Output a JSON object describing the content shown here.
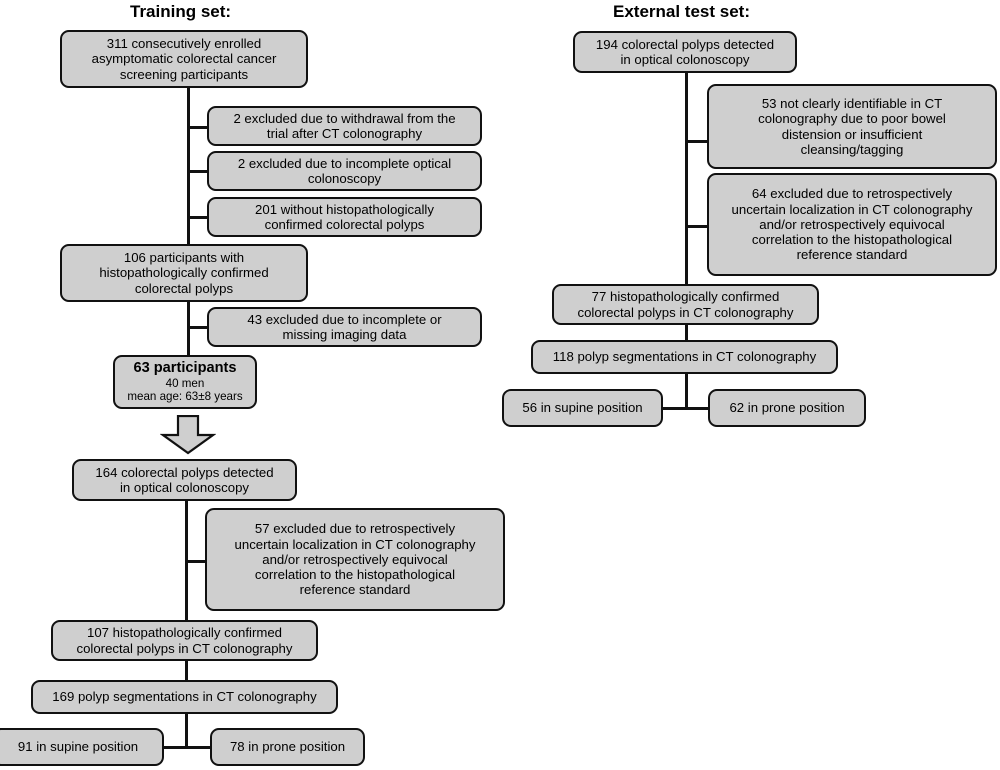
{
  "figure": {
    "type": "flowchart",
    "description": "Patient and polyp inclusion flow diagram for training set and external test set"
  },
  "columns": {
    "training": {
      "heading": "Training set:",
      "nodes": {
        "enrolled": {
          "lines": [
            "311 consecutively enrolled",
            "asymptomatic colorectal cancer",
            "screening participants"
          ]
        },
        "excl_withdrawal": {
          "lines": [
            "2 excluded due to withdrawal from the",
            "trial after CT colonography"
          ]
        },
        "excl_incomplete_oc": {
          "lines": [
            "2 excluded due to incomplete optical",
            "colonoscopy"
          ]
        },
        "excl_no_polyps": {
          "lines": [
            "201 without histopathologically",
            "confirmed colorectal polyps"
          ]
        },
        "participants_polyps": {
          "lines": [
            "106 participants with",
            "histopathologically confirmed",
            "colorectal polyps"
          ]
        },
        "excl_imaging": {
          "lines": [
            "43 excluded due to incomplete or",
            "missing imaging data"
          ]
        },
        "participants_63": {
          "main": "63 participants",
          "sub": [
            "40 men",
            "mean age: 63±8 years"
          ]
        },
        "polyps_detected": {
          "lines": [
            "164 colorectal polyps detected",
            "in optical colonoscopy"
          ]
        },
        "excl_uncertain": {
          "lines": [
            "57  excluded due to retrospectively",
            "uncertain localization in CT colonography",
            "and/or retrospectively equivocal",
            "correlation to the histopathological",
            "reference standard"
          ]
        },
        "confirmed_ctc": {
          "lines": [
            "107 histopathologically confirmed",
            "colorectal polyps in CT colonography"
          ]
        },
        "segmentations": {
          "lines": [
            "169 polyp segmentations in CT colonography"
          ]
        },
        "supine": {
          "lines": [
            "91 in supine position"
          ]
        },
        "prone": {
          "lines": [
            "78  in prone position"
          ]
        }
      }
    },
    "external": {
      "heading": "External test set:",
      "nodes": {
        "polyps_detected": {
          "lines": [
            "194 colorectal polyps detected",
            "in optical colonoscopy"
          ]
        },
        "excl_not_identifiable": {
          "lines": [
            "53  not clearly identifiable in CT",
            "colonography due to poor bowel",
            "distension or insufficient",
            "cleansing/tagging"
          ]
        },
        "excl_uncertain": {
          "lines": [
            "64  excluded due to retrospectively",
            "uncertain localization in CT colonography",
            "and/or retrospectively equivocal",
            "correlation to the histopathological",
            "reference standard"
          ]
        },
        "confirmed_ctc": {
          "lines": [
            "77 histopathologically confirmed",
            "colorectal polyps in CT colonography"
          ]
        },
        "segmentations": {
          "lines": [
            "118 polyp segmentations in CT colonography"
          ]
        },
        "supine": {
          "lines": [
            "56 in supine position"
          ]
        },
        "prone": {
          "lines": [
            "62  in prone position"
          ]
        }
      }
    }
  },
  "style": {
    "box_fill": "#cfcfcf",
    "box_border": "#111111",
    "connector": "#111111",
    "background": "#ffffff"
  }
}
